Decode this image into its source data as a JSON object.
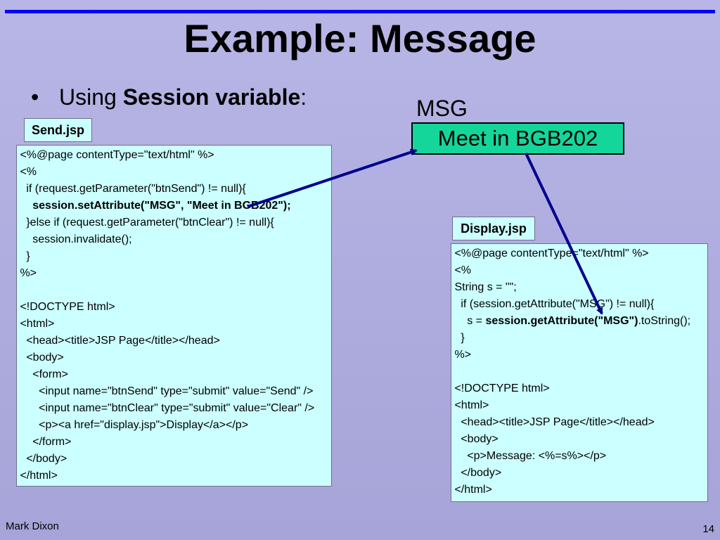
{
  "title": "Example: Message",
  "bullet": {
    "symbol": "•",
    "prefix": "Using ",
    "bold": "Session variable",
    "suffix": ":"
  },
  "session": {
    "label": "MSG",
    "value": "Meet in BGB202"
  },
  "send": {
    "file_label": "Send.jsp",
    "lines": [
      [
        {
          "t": " <%@page contentType=\"text/html\" %>"
        }
      ],
      [
        {
          "t": " <%"
        }
      ],
      [
        {
          "t": "   if (request.getParameter(\"btnSend\") != null){"
        }
      ],
      [
        {
          "t": "     "
        },
        {
          "t": "session.setAttribute(\"MSG\", \"Meet in BGB202\");",
          "b": true
        }
      ],
      [
        {
          "t": "   }else if (request.getParameter(\"btnClear\") != null){"
        }
      ],
      [
        {
          "t": "     session.invalidate();"
        }
      ],
      [
        {
          "t": "   }"
        }
      ],
      [
        {
          "t": " %>"
        }
      ],
      [
        {
          "t": ""
        }
      ],
      [
        {
          "t": " <!DOCTYPE html>"
        }
      ],
      [
        {
          "t": " <html>"
        }
      ],
      [
        {
          "t": "   <head><title>JSP Page</title></head>"
        }
      ],
      [
        {
          "t": "   <body>"
        }
      ],
      [
        {
          "t": "     <form>"
        }
      ],
      [
        {
          "t": "       <input name=\"btnSend\" type=\"submit\" value=\"Send\" />"
        }
      ],
      [
        {
          "t": "       <input name=\"btnClear\" type=\"submit\" value=\"Clear\" />"
        }
      ],
      [
        {
          "t": "       <p><a href=\"display.jsp\">Display</a></p>"
        }
      ],
      [
        {
          "t": "     </form>"
        }
      ],
      [
        {
          "t": "   </body>"
        }
      ],
      [
        {
          "t": " </html>"
        }
      ]
    ]
  },
  "display": {
    "file_label": "Display.jsp",
    "lines": [
      [
        {
          "t": " <%@page contentType=\"text/html\" %>"
        }
      ],
      [
        {
          "t": " <%"
        }
      ],
      [
        {
          "t": " String s = \"\";"
        }
      ],
      [
        {
          "t": "   if (session.getAttribute(\"MSG\") != null){"
        }
      ],
      [
        {
          "t": "     s = "
        },
        {
          "t": "session.getAttribute(\"MSG\")",
          "b": true
        },
        {
          "t": ".toString();"
        }
      ],
      [
        {
          "t": "   }"
        }
      ],
      [
        {
          "t": " %>"
        }
      ],
      [
        {
          "t": ""
        }
      ],
      [
        {
          "t": " <!DOCTYPE html>"
        }
      ],
      [
        {
          "t": " <html>"
        }
      ],
      [
        {
          "t": "   <head><title>JSP Page</title></head>"
        }
      ],
      [
        {
          "t": "   <body>"
        }
      ],
      [
        {
          "t": "     <p>Message: <%=s%></p>"
        }
      ],
      [
        {
          "t": "   </body>"
        }
      ],
      [
        {
          "t": " </html>"
        }
      ]
    ]
  },
  "footer": {
    "author": "Mark Dixon",
    "page": "14"
  },
  "colors": {
    "rule": "#0000ff",
    "arrow": "#00008b",
    "code_bg": "#ccffff",
    "msg_bg": "#14d69b"
  }
}
